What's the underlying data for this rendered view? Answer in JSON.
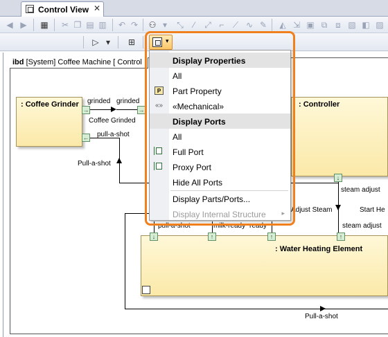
{
  "tab": {
    "title": "Control View",
    "close": "✕"
  },
  "toolbar": {
    "dropdown_caret": "▾",
    "display_menu": {
      "items": [
        {
          "label": "Display Properties",
          "type": "header"
        },
        {
          "label": "All",
          "type": "item"
        },
        {
          "label": "Part Property",
          "type": "item",
          "icon": "part-property-icon"
        },
        {
          "label": "«Mechanical»",
          "type": "item",
          "icon": "stereotype-icon"
        },
        {
          "label": "Display Ports",
          "type": "header"
        },
        {
          "label": "All",
          "type": "item"
        },
        {
          "label": "Full Port",
          "type": "item",
          "icon": "full-port-icon"
        },
        {
          "label": "Proxy Port",
          "type": "item",
          "icon": "proxy-port-icon"
        },
        {
          "label": "Hide All Ports",
          "type": "item"
        },
        {
          "label": "Display Parts/Ports...",
          "type": "item"
        },
        {
          "label": "Display Internal Structure",
          "type": "disabled",
          "submenu": "▸"
        }
      ]
    }
  },
  "diagram": {
    "frame_label_kind": "ibd",
    "frame_label_text": "[System] Coffee Machine [ Control",
    "blocks": {
      "coffee_grinder": ": Coffee Grinder",
      "controller": ": Controller",
      "water_heating": ": Water Heating Element"
    },
    "labels": {
      "grinded_1": "grinded",
      "grinded_2": "grinded",
      "coffee_grinded": "Coffee Grinded",
      "pull_a_shot_top": "pull-a-shot",
      "pull_a_shot_left": "Pull-a-shot",
      "steam_adjust_1": "steam adjust",
      "adjust_steam": "Adjust Steam",
      "start_he": "Start He",
      "steam_adjust_2": "steam adjust",
      "pull_a_shot_mid": "pull-a-shot",
      "milk_ready": "milk-ready",
      "ready": "ready",
      "pull_a_shot_bottom": "Pull-a-shot"
    }
  },
  "colors": {
    "highlight": "#f07f1d",
    "block_fill": "#fbe9a8",
    "port_fill": "#d7ecd5"
  }
}
